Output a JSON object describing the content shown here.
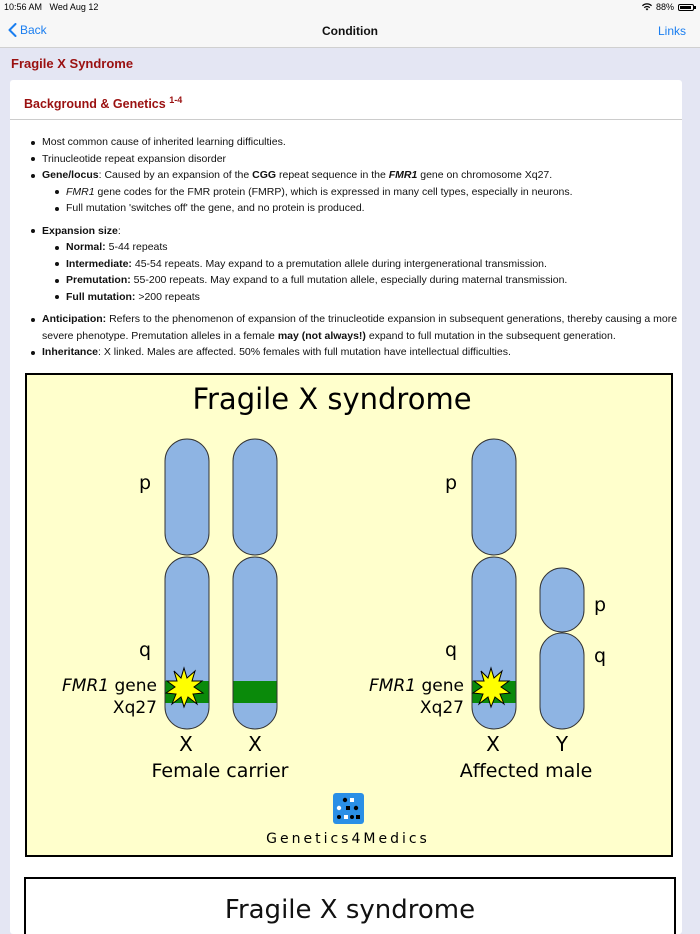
{
  "status": {
    "time": "10:56 AM",
    "date": "Wed Aug 12",
    "battery": "88%"
  },
  "nav": {
    "back_label": "Back",
    "title": "Condition",
    "links_label": "Links"
  },
  "condition": {
    "title": "Fragile X Syndrome"
  },
  "section": {
    "title": "Background & Genetics",
    "refs": "1-4"
  },
  "bullets": {
    "b1": "Most common cause of inherited learning difficulties.",
    "b2": "Trinucleotide repeat expansion disorder",
    "gene_label": "Gene/locus",
    "gene_text_a": ": Caused by an expansion of the ",
    "gene_cgg": "CGG",
    "gene_text_b": " repeat sequence in the ",
    "gene_fmr1": "FMR1",
    "gene_text_c": " gene on chromosome Xq27.",
    "sub1_gene": "FMR1",
    "sub1_text": " gene codes for the FMR protein (FMRP), which is expressed in many cell types, especially in neurons.",
    "sub2": "Full mutation 'switches off' the gene, and no protein is produced.",
    "exp_label": "Expansion size",
    "exp_colon": ":",
    "normal_label": "Normal:",
    "normal_text": " 5-44 repeats",
    "inter_label": "Intermediate:",
    "inter_text": " 45-54 repeats. May expand to a premutation allele during intergenerational transmission.",
    "prem_label": "Premutation:",
    "prem_text": " 55-200 repeats. May expand to a full mutation allele, especially during maternal transmission.",
    "full_label": "Full mutation:",
    "full_text": " >200 repeats",
    "antic_label": "Anticipation:",
    "antic_text_a": " Refers to the phenomenon of expansion of the trinucleotide expansion in subsequent generations, thereby causing a more severe phenotype. Premutation alleles in a female ",
    "antic_bold": "may (not always!)",
    "antic_text_b": " expand to full mutation in the subsequent generation.",
    "inher_label": "Inheritance",
    "inher_text": ": X linked. Males are affected. 50% females with full mutation have intellectual difficulties."
  },
  "figure": {
    "title": "Fragile X syndrome",
    "p": "p",
    "q": "q",
    "fmr1": "FMR1",
    "gene_word": " gene",
    "locus": "Xq27",
    "x": "X",
    "y": "Y",
    "left_caption": "Female carrier",
    "right_caption": "Affected male",
    "brand": "Genetics4Medics",
    "colors": {
      "chromosome": "#8eb4e3",
      "band": "#0a8a0a",
      "starburst": "#ffff00",
      "background": "#ffffcc"
    }
  },
  "figure2": {
    "title": "Fragile X syndrome"
  }
}
